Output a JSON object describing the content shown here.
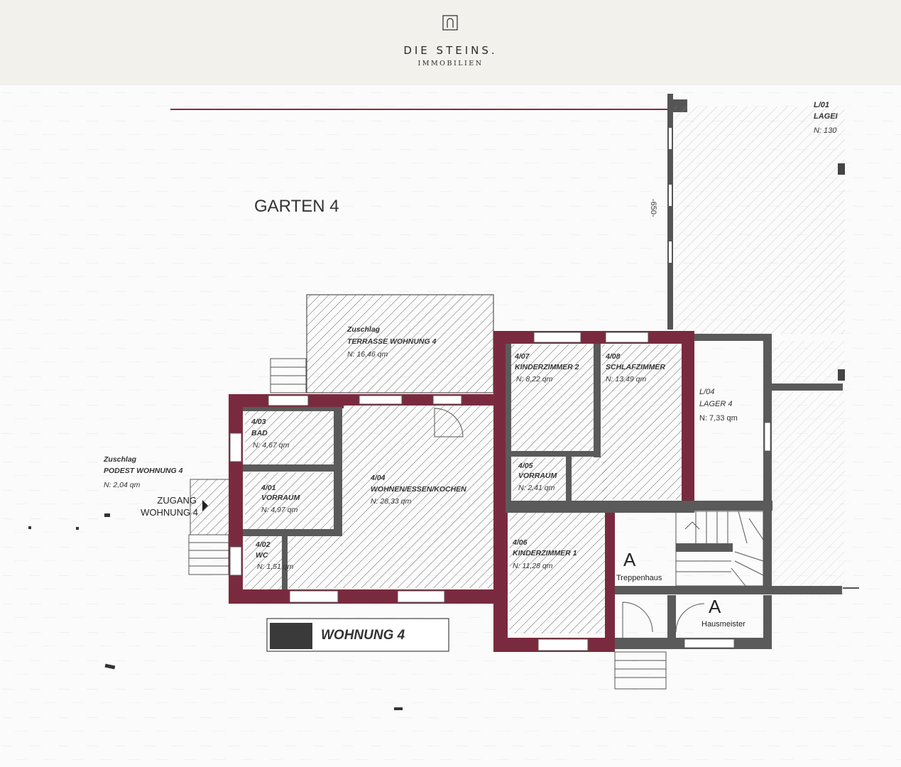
{
  "brand": {
    "name": "DIE STEINS.",
    "subtitle": "IMMOBILIEN",
    "logo_icon": "house-outline-icon"
  },
  "plan": {
    "garden_label": "GARTEN 4",
    "dimension_label": "-650-",
    "lager_top": {
      "code": "L/01",
      "name": "LAGEI",
      "area": "N: 130"
    },
    "terrace": {
      "prefix": "Zuschlag",
      "name": "TERRASSE WOHNUNG 4",
      "area": "N: 16,46 qm"
    },
    "podest": {
      "prefix": "Zuschlag",
      "name": "PODEST WOHNUNG 4",
      "area": "N: 2,04 qm"
    },
    "zugang": {
      "line1": "ZUGANG",
      "line2": "WOHNUNG 4"
    },
    "rooms": [
      {
        "code": "4/03",
        "name": "BAD",
        "area": "N: 4,67 qm"
      },
      {
        "code": "4/01",
        "name": "VORRAUM",
        "area": "N: 4,97 qm"
      },
      {
        "code": "4/02",
        "name": "WC",
        "area": "N: 1,51 qm"
      },
      {
        "code": "4/04",
        "name": "WOHNEN/ESSEN/KOCHEN",
        "area": "N: 28,33 qm"
      },
      {
        "code": "4/07",
        "name": "KINDERZIMMER 2",
        "area": "N: 8,22 qm"
      },
      {
        "code": "4/08",
        "name": "SCHLAFZIMMER",
        "area": "N: 13,49 qm"
      },
      {
        "code": "4/05",
        "name": "VORRAUM",
        "area": "N: 2,41 qm"
      },
      {
        "code": "4/06",
        "name": "KINDERZIMMER 1",
        "area": "N: 11,28 qm"
      },
      {
        "code": "L/04",
        "name": "LAGER 4",
        "area": "N: 7,33 qm"
      }
    ],
    "stair": {
      "letter": "A",
      "name": "Treppenhaus"
    },
    "janitor": {
      "letter": "A",
      "name": "Hausmeister"
    },
    "legend": "WOHNUNG 4",
    "colors": {
      "wall": "#555555",
      "unit_wall": "#7a2a3e",
      "hatch": "#555555"
    }
  }
}
